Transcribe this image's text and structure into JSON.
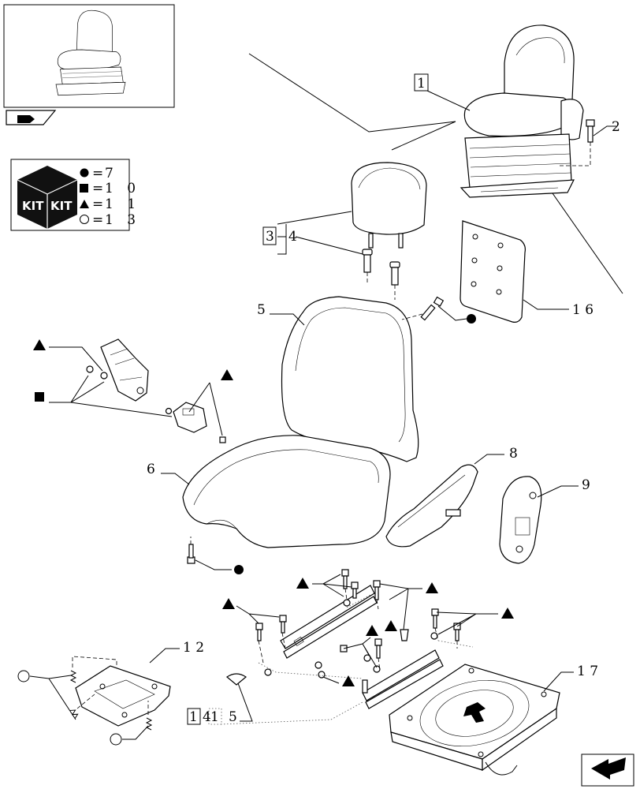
{
  "kit_legend": {
    "badge_text_left": "KIT",
    "badge_text_right": "KIT",
    "rows": [
      {
        "symbol": "filled-circle",
        "value": "7"
      },
      {
        "symbol": "filled-square",
        "value": "1 0"
      },
      {
        "symbol": "filled-triangle",
        "value": "1 1"
      },
      {
        "symbol": "open-circle",
        "value": "1 3"
      }
    ]
  },
  "callouts": {
    "c1": "1",
    "c2": "2",
    "c3": "3",
    "c4": "4",
    "c5": "5",
    "c6": "6",
    "c8": "8",
    "c9": "9",
    "c12": "1 2",
    "c14_box": "1",
    "c14_rest": "4",
    "c15_a": "1",
    "c15_b": "5",
    "c16": "1 6",
    "c17": "1 7"
  }
}
